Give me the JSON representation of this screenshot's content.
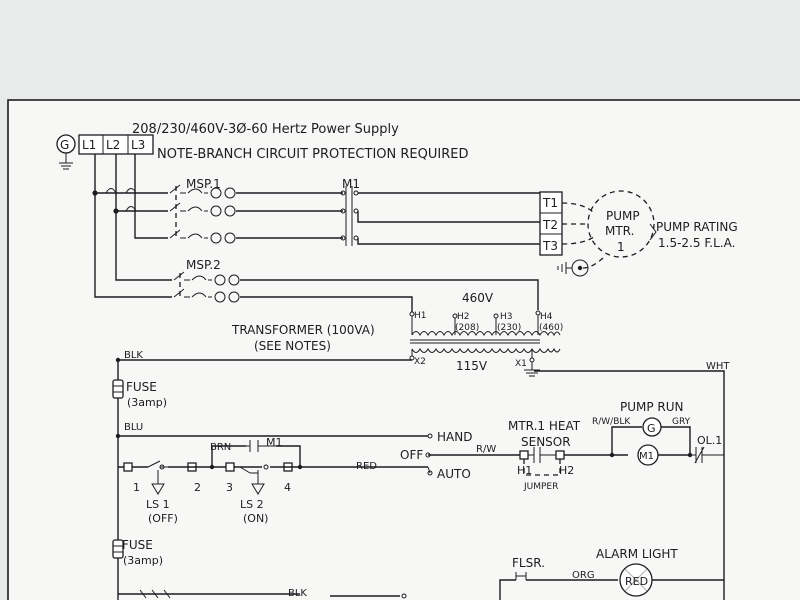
{
  "header": {
    "supply": "208/230/460V-3Ø-60 Hertz Power Supply",
    "note": "NOTE-BRANCH CIRCUIT PROTECTION REQUIRED"
  },
  "terminals": {
    "ground": "G",
    "l1": "L1",
    "l2": "L2",
    "l3": "L3"
  },
  "breakers": {
    "msp1": "MSP.1",
    "msp2": "MSP.2"
  },
  "contactor": {
    "m1": "M1"
  },
  "motor": {
    "t1": "T1",
    "t2": "T2",
    "t3": "T3",
    "name_line1": "PUMP",
    "name_line2": "MTR.",
    "name_line3": "1",
    "rating_line1": "PUMP RATING",
    "rating_line2": "1.5-2.5 F.L.A."
  },
  "transformer": {
    "primary_voltage": "460V",
    "label_line1": "TRANSFORMER (100VA)",
    "label_line2": "(SEE NOTES)",
    "h1": "H1",
    "h2": "H2",
    "h2_sub": "(208)",
    "h3": "H3",
    "h3_sub": "(230)",
    "h4": "H4",
    "h4_sub": "(460)",
    "x1": "X1",
    "x2": "X2",
    "secondary_voltage": "115V"
  },
  "control": {
    "blk": "BLK",
    "wht": "WHT",
    "blu": "BLU",
    "brn": "BRN",
    "red": "RED",
    "rw": "R/W",
    "fuse1_line1": "FUSE",
    "fuse1_line2": "(3amp)",
    "fuse2_line1": "FUSE",
    "fuse2_line2": "(3amp)",
    "hand": "HAND",
    "off": "OFF",
    "auto": "AUTO",
    "term1": "1",
    "term2": "2",
    "term3": "3",
    "term4": "4",
    "ls1_line1": "LS 1",
    "ls1_line2": "(OFF)",
    "ls2_line1": "LS 2",
    "ls2_line2": "(ON)",
    "m1_aux": "M1",
    "heat_sensor_line1": "MTR.1 HEAT",
    "heat_sensor_line2": "SENSOR",
    "sensor_h1": "H1",
    "sensor_h2": "H2",
    "jumper": "JUMPER",
    "pump_run": "PUMP RUN",
    "rw_blk": "R/W/BLK",
    "gry": "GRY",
    "pilot_g": "G",
    "coil_m1": "M1",
    "overload": "OL.1",
    "flsr": "FLSR.",
    "org": "ORG",
    "alarm_light": "ALARM LIGHT",
    "red_lamp": "RED",
    "blk_bottom": "BLK"
  }
}
